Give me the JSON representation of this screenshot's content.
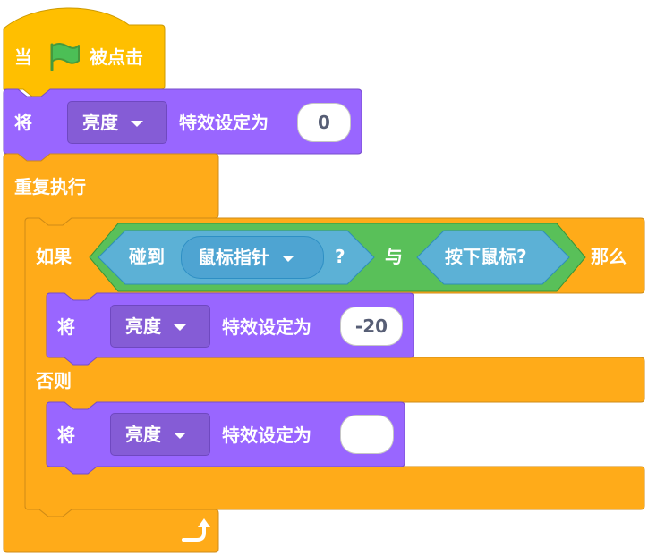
{
  "colors": {
    "events": "#FFBF00",
    "events_dark": "#CC9900",
    "looks": "#9966FF",
    "looks_dark": "#774DCB",
    "control": "#FFAB19",
    "control_dark": "#CF8B17",
    "sensing": "#5CB1D6",
    "sensing_dark": "#2E8EB8",
    "operator": "#59C059",
    "operator_dark": "#389438",
    "flag": "#4CBF56"
  },
  "hat_block": {
    "prefix": "当",
    "icon": "green-flag-icon",
    "suffix": "被点击"
  },
  "set_effect_1": {
    "verb": "将",
    "effect": "亮度",
    "action": "特效设定为",
    "value": "0"
  },
  "forever_block": {
    "label": "重复执行",
    "arrow_icon": "loop-arrow-icon"
  },
  "if_block": {
    "if_label": "如果",
    "touching_label": "碰到",
    "touching_target": "鼠标指针",
    "question_mark": "?",
    "and_label": "与",
    "mouse_down_label": "按下鼠标?",
    "then_label": "那么",
    "else_label": "否则"
  },
  "set_effect_2": {
    "verb": "将",
    "effect": "亮度",
    "action": "特效设定为",
    "value": "-20"
  },
  "set_effect_3": {
    "verb": "将",
    "effect": "亮度",
    "action": "特效设定为",
    "value": ""
  }
}
